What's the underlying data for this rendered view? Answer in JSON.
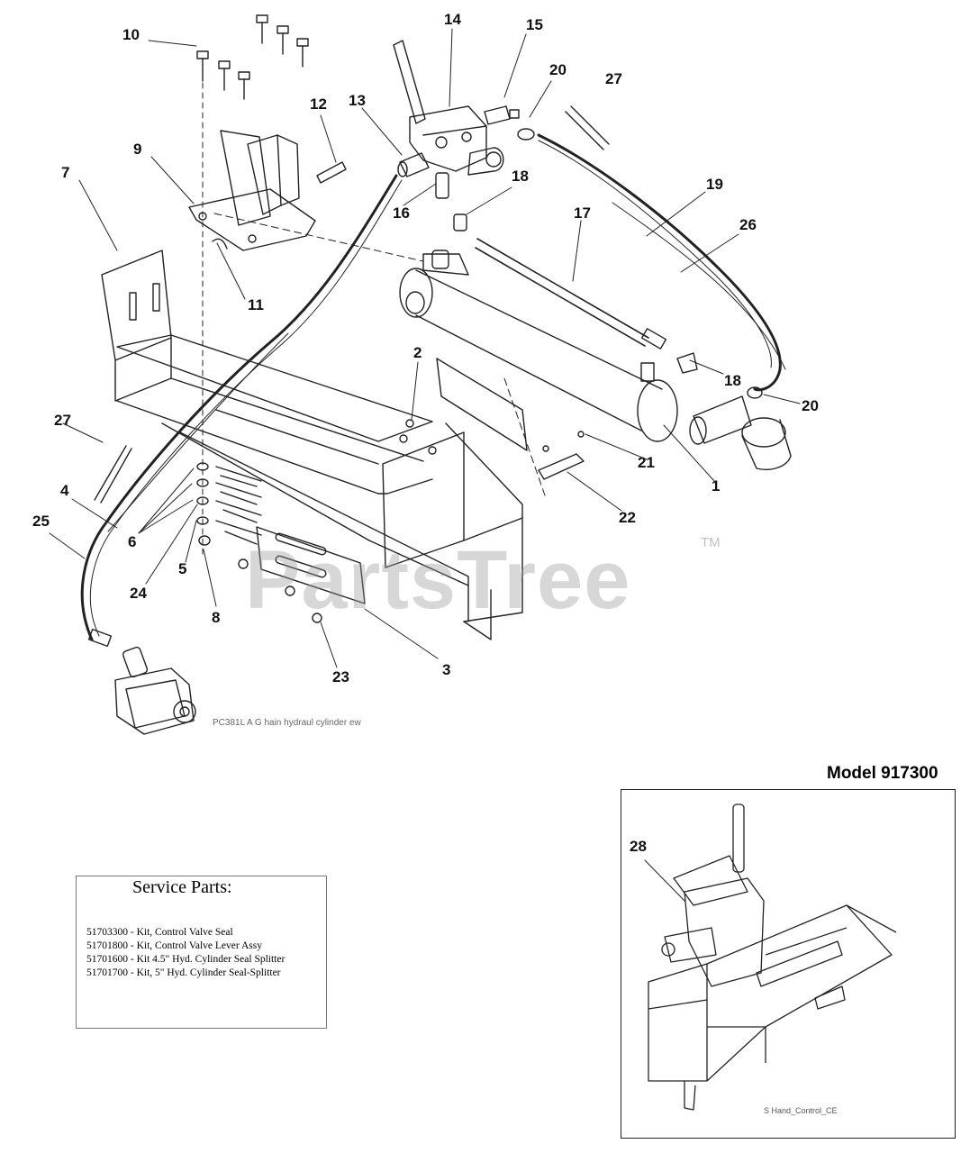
{
  "diagram": {
    "callouts": [
      {
        "id": "c10",
        "text": "10"
      },
      {
        "id": "c14",
        "text": "14"
      },
      {
        "id": "c15",
        "text": "15"
      },
      {
        "id": "c20a",
        "text": "20"
      },
      {
        "id": "c27a",
        "text": "27"
      },
      {
        "id": "c13",
        "text": "13"
      },
      {
        "id": "c12",
        "text": "12"
      },
      {
        "id": "c9",
        "text": "9"
      },
      {
        "id": "c7",
        "text": "7"
      },
      {
        "id": "c18a",
        "text": "18"
      },
      {
        "id": "c19",
        "text": "19"
      },
      {
        "id": "c16",
        "text": "16"
      },
      {
        "id": "c17",
        "text": "17"
      },
      {
        "id": "c26",
        "text": "26"
      },
      {
        "id": "c11",
        "text": "11"
      },
      {
        "id": "c2",
        "text": "2"
      },
      {
        "id": "c18b",
        "text": "18"
      },
      {
        "id": "c20b",
        "text": "20"
      },
      {
        "id": "c27b",
        "text": "27"
      },
      {
        "id": "c21",
        "text": "21"
      },
      {
        "id": "c1",
        "text": "1"
      },
      {
        "id": "c4",
        "text": "4"
      },
      {
        "id": "c22",
        "text": "22"
      },
      {
        "id": "c25",
        "text": "25"
      },
      {
        "id": "c6",
        "text": "6"
      },
      {
        "id": "c5",
        "text": "5"
      },
      {
        "id": "c24",
        "text": "24"
      },
      {
        "id": "c8",
        "text": "8"
      },
      {
        "id": "c3",
        "text": "3"
      },
      {
        "id": "c23",
        "text": "23"
      },
      {
        "id": "c28",
        "text": "28"
      }
    ],
    "watermark": "PartsTree",
    "trademark": "TM",
    "drawing_caption": "PC381L A G hain hydraul cylinder ew",
    "inset_caption": "S Hand_Control_CE"
  },
  "model_title": "Model 917300",
  "service_parts": {
    "title": "Service Parts:",
    "items": [
      "51703300 - Kit, Control Valve Seal",
      "51701800 - Kit, Control Valve Lever Assy",
      "51701600 - Kit 4.5\" Hyd. Cylinder Seal Splitter",
      "51701700 - Kit, 5\" Hyd. Cylinder Seal-Splitter"
    ]
  }
}
